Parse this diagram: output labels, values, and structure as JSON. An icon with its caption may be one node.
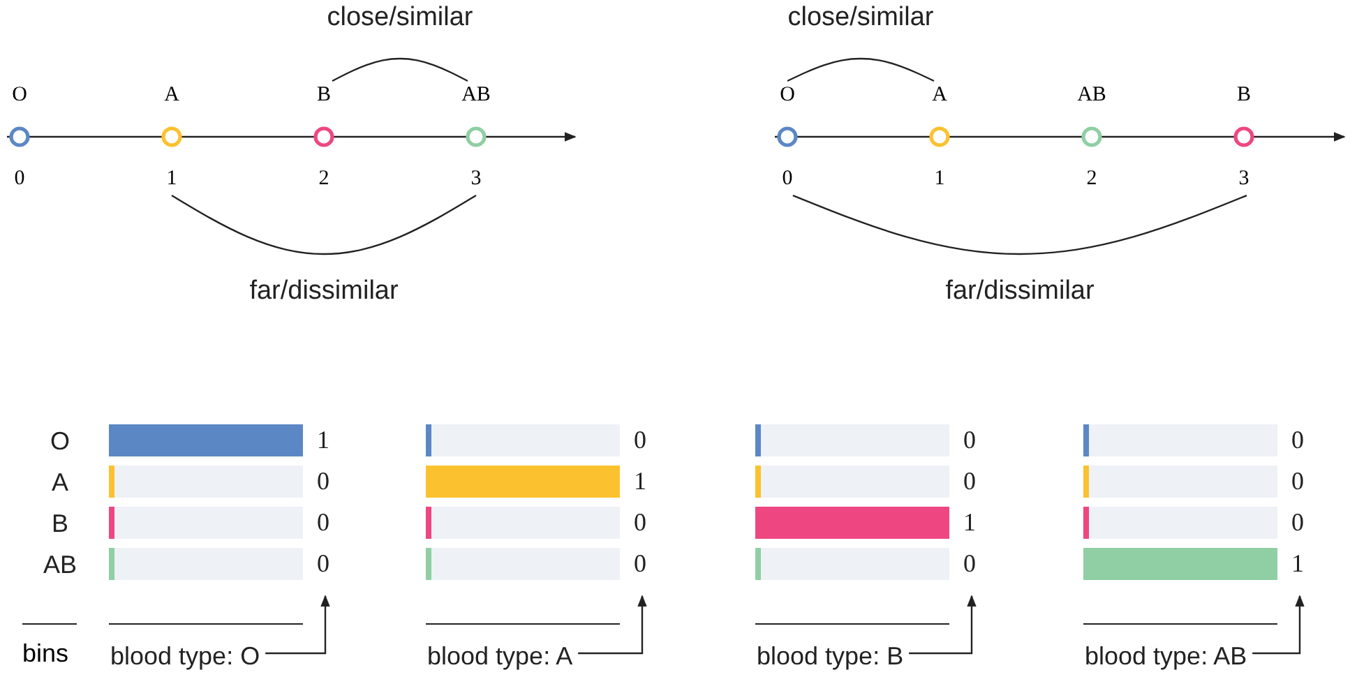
{
  "diagram": {
    "nodes": [
      {
        "text": [
          "O"
        ],
        "beside": [
          "0"
        ]
      },
      {
        "text": [
          "A"
        ],
        "beside": [
          "1"
        ]
      },
      {
        "text": [
          "B"
        ],
        "beside": [
          "2"
        ]
      },
      {
        "text": [
          "AB"
        ],
        "beside": [
          "3"
        ]
      },
      {
        "text": [
          "O"
        ],
        "beside": [
          "0"
        ]
      },
      {
        "text": [
          "A"
        ],
        "beside": [
          "1"
        ]
      },
      {
        "text": [
          "AB"
        ],
        "beside": [
          "2"
        ]
      },
      {
        "text": [
          "B"
        ],
        "beside": [
          "3"
        ]
      }
    ],
    "edges": [
      {
        "from": 2,
        "to": 3,
        "arrow": "none",
        "label": "close/similar"
      },
      {
        "from": 1,
        "to": 3,
        "arrow": "none",
        "label": "far/dissimilar"
      },
      {
        "from": 4,
        "to": 5,
        "arrow": "none",
        "label": "close/similar"
      },
      {
        "from": 4,
        "to": 7,
        "arrow": "none",
        "label": "far/dissimilar"
      }
    ],
    "labels": [
      "bins"
    ],
    "chart_data": [
      {
        "type": "bar",
        "orientation": "horizontal",
        "xlabel": "blood type: O",
        "categories": [
          "O",
          "A",
          "B",
          "AB"
        ],
        "data_labels": true,
        "values": [
          1,
          0,
          0,
          0
        ]
      },
      {
        "type": "bar",
        "orientation": "horizontal",
        "xlabel": "blood type: A",
        "data_labels": true,
        "values": [
          0,
          1,
          0,
          0
        ]
      },
      {
        "type": "bar",
        "orientation": "horizontal",
        "xlabel": "blood type: B",
        "data_labels": true,
        "values": [
          0,
          0,
          1,
          0
        ]
      },
      {
        "type": "bar",
        "orientation": "horizontal",
        "xlabel": "blood type: AB",
        "data_labels": true,
        "values": [
          0,
          0,
          0,
          1
        ]
      }
    ]
  }
}
